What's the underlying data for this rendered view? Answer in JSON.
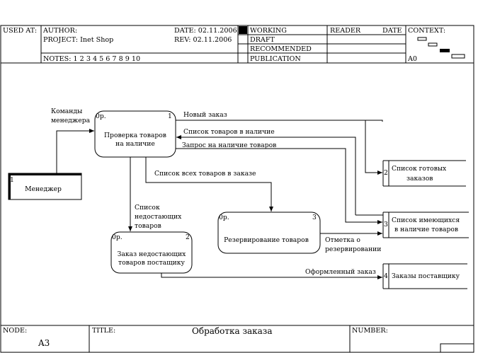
{
  "header": {
    "used_at": "USED AT:",
    "author": "AUTHOR:",
    "project": "PROJECT:  Inet Shop",
    "date": "DATE: 02.11.2006",
    "rev": "REV:   02.11.2006",
    "notes": "NOTES:  1  2  3  4  5  6  7  8  9  10",
    "status": [
      "WORKING",
      "DRAFT",
      "RECOMMENDED",
      "PUBLICATION"
    ],
    "reader": "READER",
    "reader_date": "DATE",
    "context": "CONTEXT:",
    "context_node": "A0"
  },
  "footer": {
    "node_label": "NODE:",
    "node_value": "A3",
    "title_label": "TITLE:",
    "title_value": "Обработка заказа",
    "number_label": "NUMBER:"
  },
  "processes": [
    {
      "id": "1",
      "cost": "0р.",
      "lines": [
        "Проверка товаров",
        "на наличие"
      ]
    },
    {
      "id": "2",
      "cost": "0р.",
      "lines": [
        "Заказ недостающих",
        "товаров постащику"
      ]
    },
    {
      "id": "3",
      "cost": "0р.",
      "lines": [
        "Резервирование товаров"
      ]
    }
  ],
  "external_entity": {
    "id": "1",
    "label": "Менеджер"
  },
  "stores": [
    {
      "id": "2",
      "lines": [
        "Список готовых",
        "заказов"
      ]
    },
    {
      "id": "3",
      "lines": [
        "Список имеющихся",
        "в наличие товаров"
      ]
    },
    {
      "id": "4",
      "lines": [
        "Заказы  поставщику"
      ]
    }
  ],
  "flows": {
    "manager_commands": [
      "Команды",
      "менеджера"
    ],
    "new_order": "Новый заказ",
    "in_stock_list": "Список товаров  в наличие",
    "in_stock_request": "Запрос на наличие товаров",
    "all_goods_in_order": "Список всех товаров  в заказе",
    "missing_goods": [
      "Список",
      "недостающих",
      "товаров"
    ],
    "reservation_mark": [
      "Отметка о",
      "резервировании"
    ],
    "completed_order": "Оформленный заказ"
  }
}
